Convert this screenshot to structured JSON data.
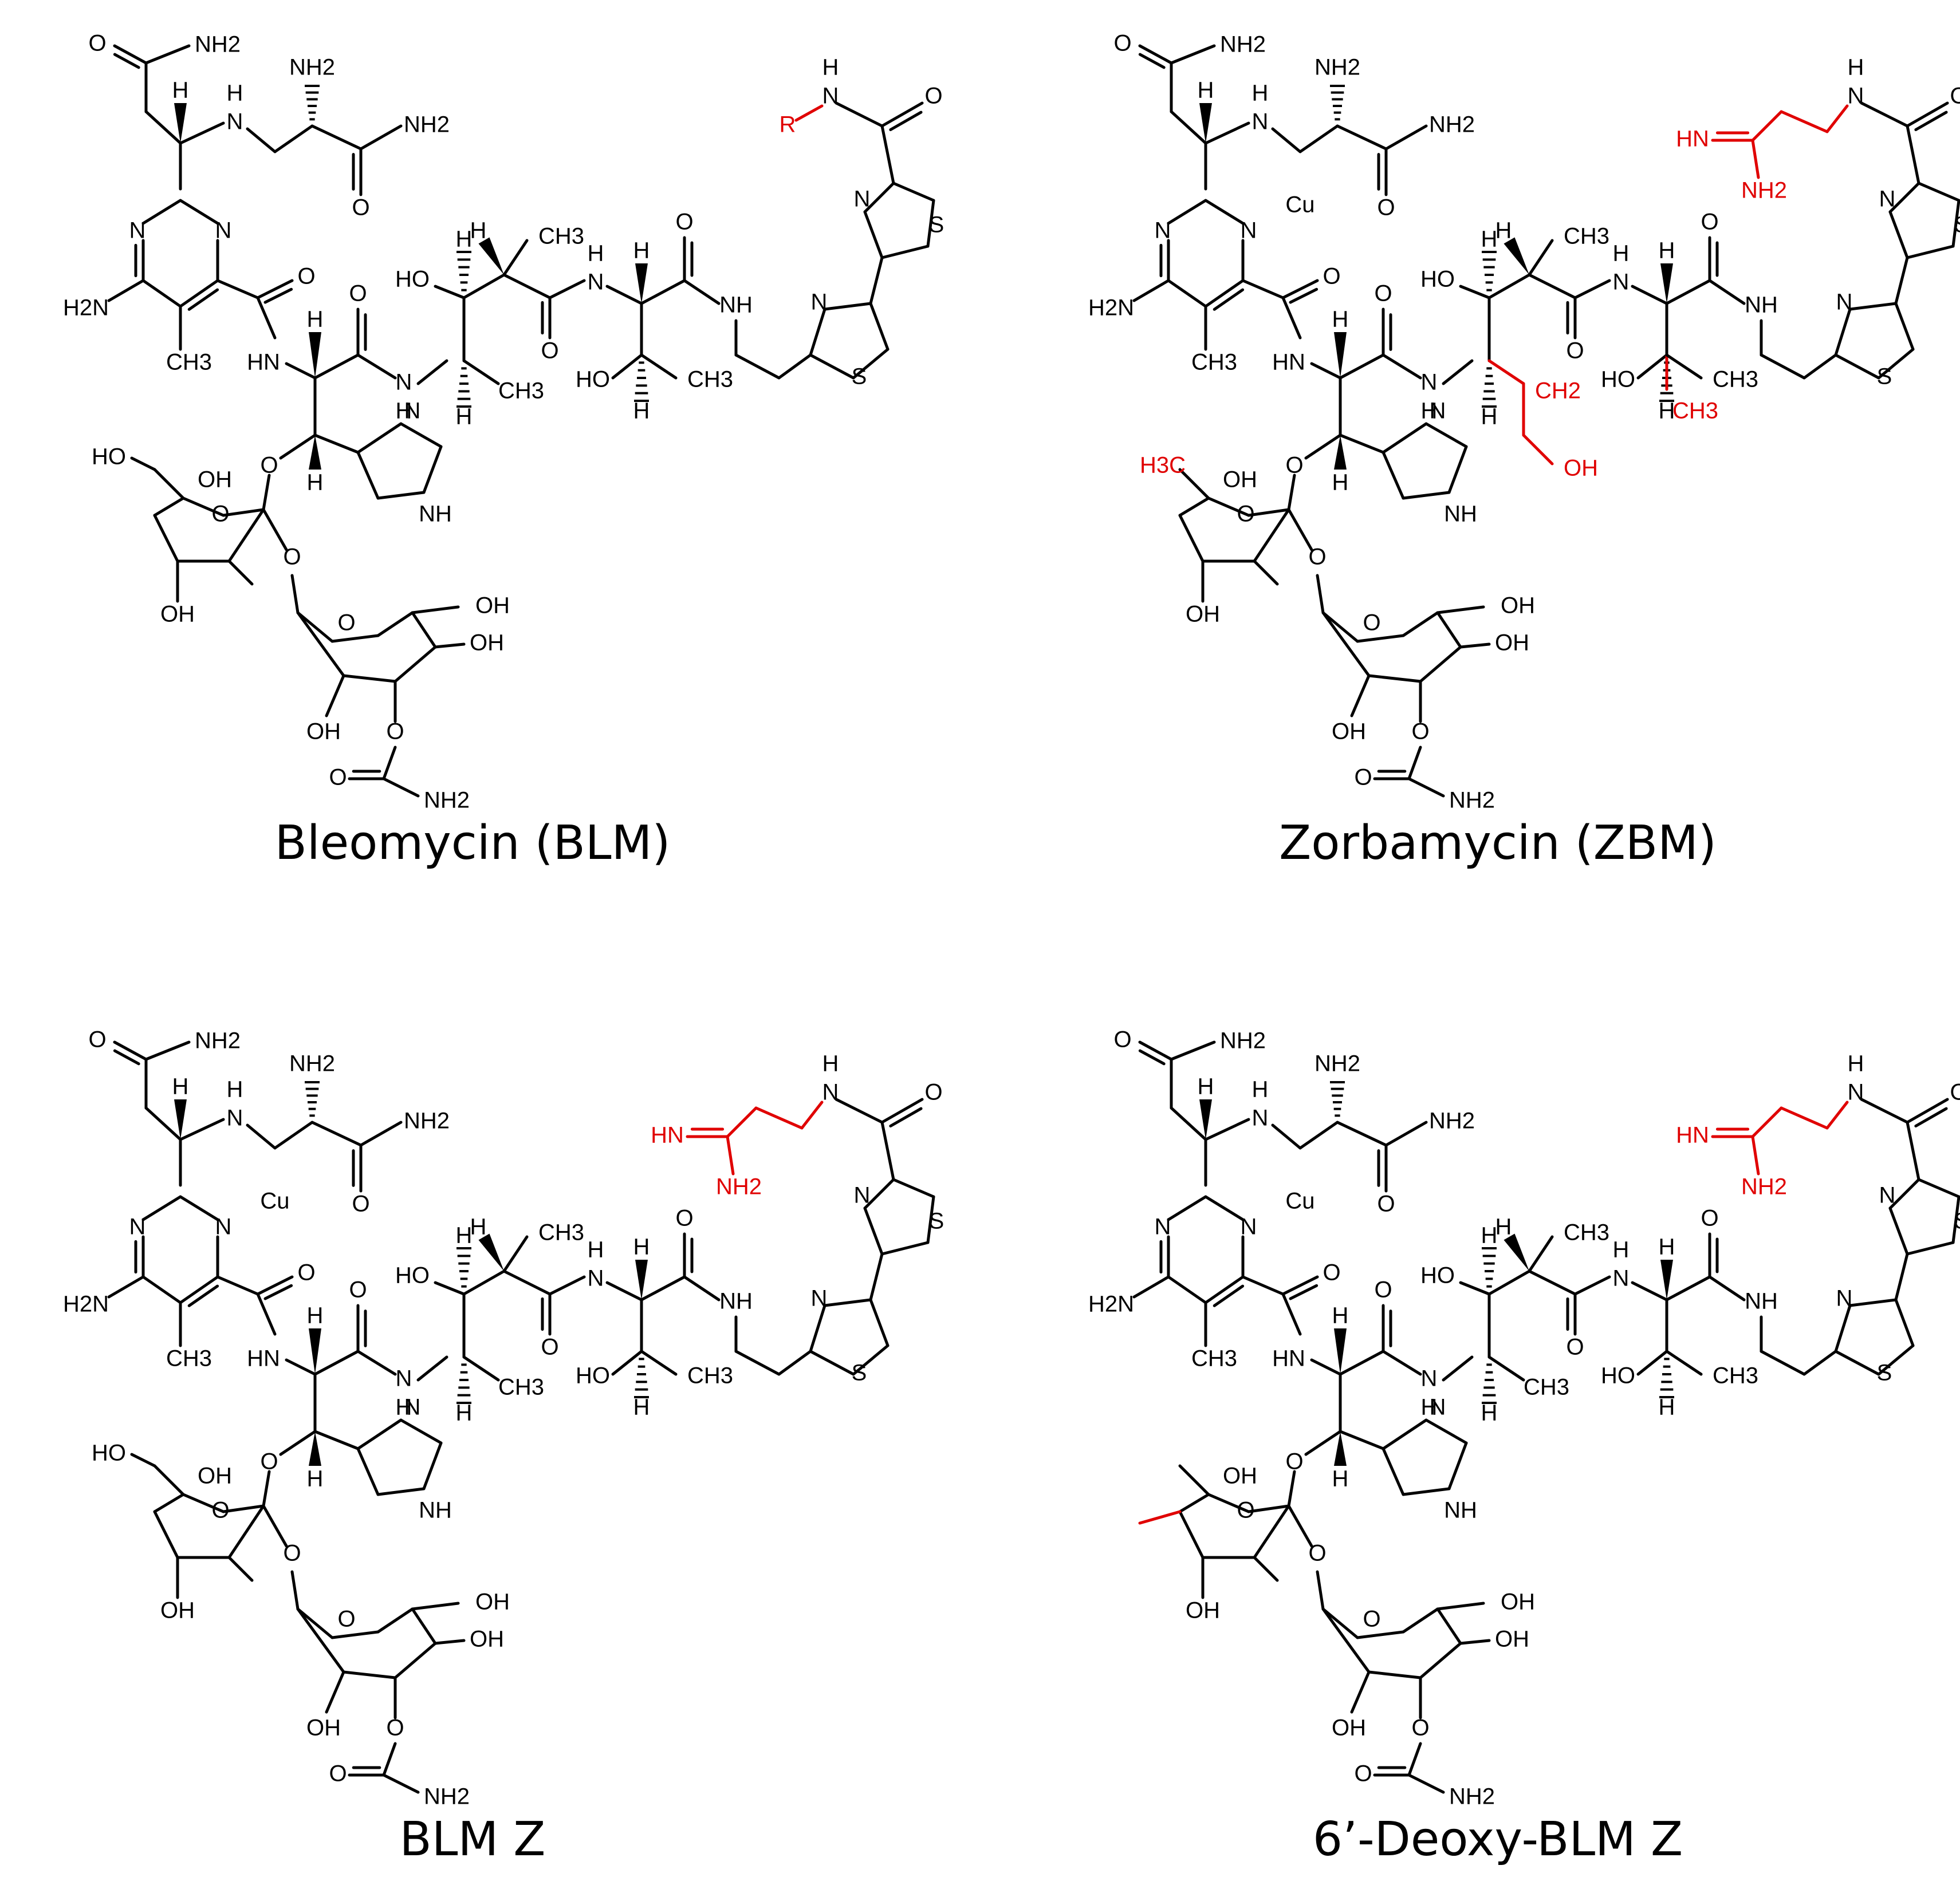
{
  "colors": {
    "ink": "#000000",
    "highlight": "#e00000",
    "background": "#ffffff"
  },
  "panels": [
    {
      "name": "Bleomycin (BLM)",
      "metal": "",
      "red_labels": [
        "R"
      ]
    },
    {
      "name": "Zorbamycin (ZBM)",
      "metal": "Cu",
      "red_labels": [
        "HN",
        "NH2",
        "CH2",
        "OH",
        "CH3",
        "H3C"
      ]
    },
    {
      "name": "BLM Z",
      "metal": "Cu",
      "red_labels": [
        "HN",
        "NH2"
      ]
    },
    {
      "name": "6’-Deoxy-BLM Z",
      "metal": "Cu",
      "red_labels": [
        "HN",
        "NH2"
      ]
    }
  ],
  "labels": {
    "O": "O",
    "N": "N",
    "S": "S",
    "H": "H",
    "NH": "NH",
    "HN": "HN",
    "NH2": "NH2",
    "H2N": "H2N",
    "CH3": "CH3",
    "OH": "OH",
    "HO": "HO",
    "CH2": "CH2",
    "H3C": "H3C",
    "R": "R"
  }
}
